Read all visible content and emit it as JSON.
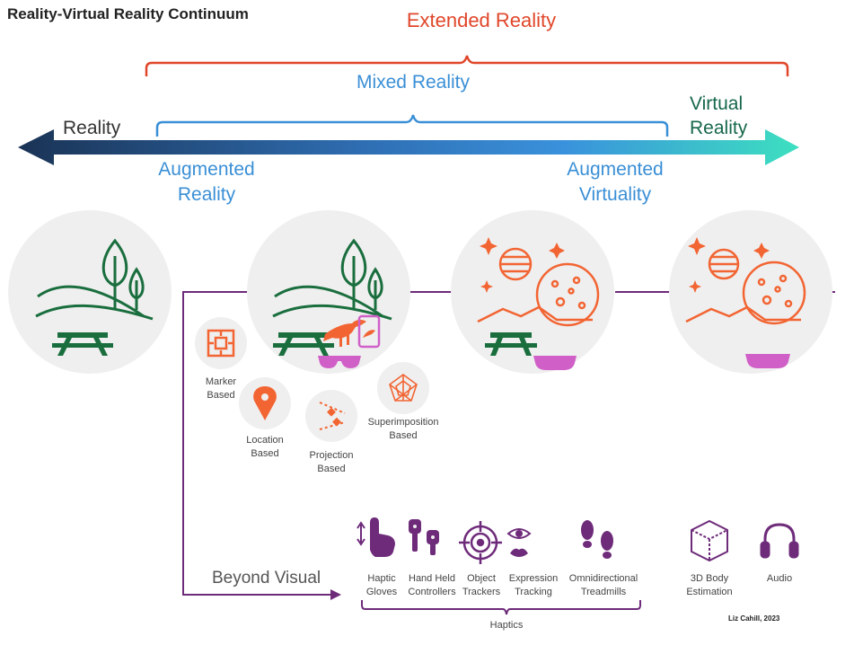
{
  "title": "Reality-Virtual Reality Continuum",
  "extended_reality": "Extended Reality",
  "mixed_reality": "Mixed Reality",
  "reality": "Reality",
  "virtual_reality": [
    "Virtual",
    "Reality"
  ],
  "augmented_reality": [
    "Augmented",
    "Reality"
  ],
  "augmented_virtuality": [
    "Augmented",
    "Virtuality"
  ],
  "ar_types": [
    {
      "label": [
        "Marker",
        "Based"
      ],
      "icon": "qr-code-icon"
    },
    {
      "label": [
        "Location",
        "Based"
      ],
      "icon": "location-pin-icon"
    },
    {
      "label": [
        "Projection",
        "Based"
      ],
      "icon": "projection-icon"
    },
    {
      "label": [
        "Superimposition",
        "Based"
      ],
      "icon": "superimposition-icon"
    }
  ],
  "beyond_visual": "Beyond Visual",
  "haptics_items": [
    {
      "label": [
        "Haptic",
        "Gloves"
      ],
      "icon": "haptic-glove-icon"
    },
    {
      "label": [
        "Hand Held",
        "Controllers"
      ],
      "icon": "controller-icon"
    },
    {
      "label": [
        "Object",
        "Trackers"
      ],
      "icon": "target-icon"
    },
    {
      "label": [
        "Expression",
        "Tracking"
      ],
      "icon": "eye-lips-icon"
    },
    {
      "label": [
        "Omnidirectional",
        "Treadmills"
      ],
      "icon": "footprints-icon"
    }
  ],
  "haptics_label": "Haptics",
  "other_items": [
    {
      "label": [
        "3D Body",
        "Estimation"
      ],
      "icon": "cube-icon"
    },
    {
      "label": [
        "Audio"
      ],
      "icon": "headphones-icon"
    }
  ],
  "credit": "Liz Cahill, 2023",
  "colors": {
    "extended": "#e0462a",
    "mixed": "#3a8fd6",
    "dark_navy": "#1a3355",
    "mint": "#3de0c0",
    "green": "#1a6e3e",
    "orange": "#f26533",
    "purple": "#6e2b7a",
    "pink": "#d060c8",
    "circle_bg": "#efefef"
  }
}
